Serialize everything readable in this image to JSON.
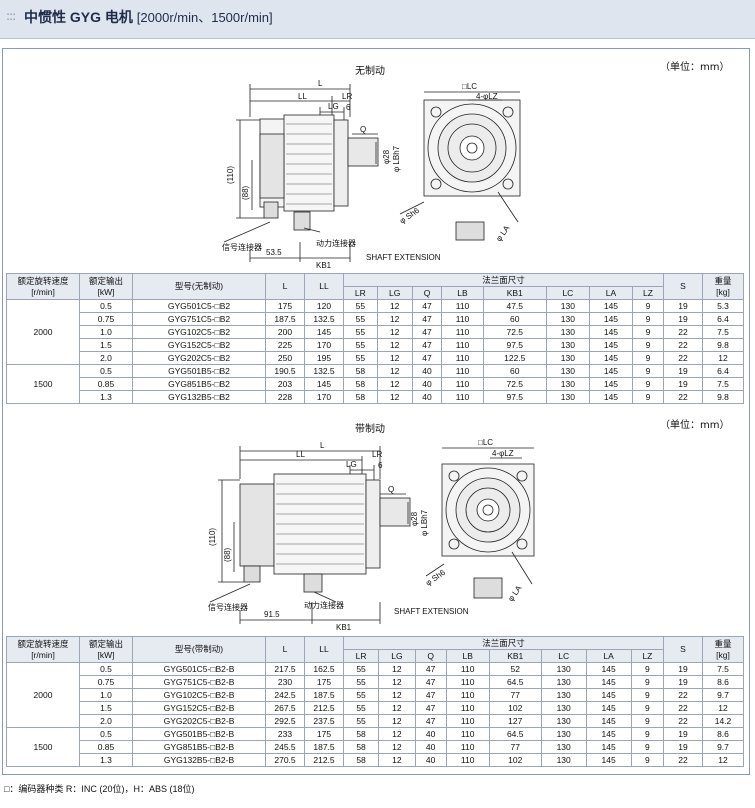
{
  "header": {
    "dots": ":::",
    "title": "中惯性 GYG 电机",
    "subtitle": "[2000r/min、1500r/min]"
  },
  "section1": {
    "title": "无制动",
    "unit": "（单位：mm）",
    "labels": {
      "L": "L",
      "LL": "LL",
      "LR": "LR",
      "LG": "LG",
      "six": "6",
      "Q": "Q",
      "d28": "φ28",
      "lbh7": "φ LBh7",
      "d110": "(110)",
      "d88": "(88)",
      "sig": "信号连接器",
      "pwr": "动力连接器",
      "len": "53.5",
      "kb1": "KB1",
      "shaft": "SHAFT EXTENSION",
      "sh6": "φ Sh6",
      "lc": "□LC",
      "lz": "4-φLZ",
      "la": "φ LA"
    },
    "table": {
      "h": {
        "speed": "额定旋转速度",
        "speed_u": "[r/min]",
        "power": "额定输出",
        "power_u": "[kW]",
        "model": "型号(无制动)",
        "L": "L",
        "LL": "LL",
        "flange": "法兰面尺寸",
        "S": "S",
        "weight": "重量",
        "weight_u": "[kg]",
        "LR": "LR",
        "LG": "LG",
        "Q": "Q",
        "LB": "LB",
        "KB1": "KB1",
        "LC": "LC",
        "LA": "LA",
        "LZ": "LZ"
      },
      "groups": [
        {
          "speed": "2000",
          "rows": [
            [
              "0.5",
              "GYG501C5-□B2",
              "175",
              "120",
              "55",
              "12",
              "47",
              "110",
              "47.5",
              "130",
              "145",
              "9",
              "19",
              "5.3"
            ],
            [
              "0.75",
              "GYG751C5-□B2",
              "187.5",
              "132.5",
              "55",
              "12",
              "47",
              "110",
              "60",
              "130",
              "145",
              "9",
              "19",
              "6.4"
            ],
            [
              "1.0",
              "GYG102C5-□B2",
              "200",
              "145",
              "55",
              "12",
              "47",
              "110",
              "72.5",
              "130",
              "145",
              "9",
              "22",
              "7.5"
            ],
            [
              "1.5",
              "GYG152C5-□B2",
              "225",
              "170",
              "55",
              "12",
              "47",
              "110",
              "97.5",
              "130",
              "145",
              "9",
              "22",
              "9.8"
            ],
            [
              "2.0",
              "GYG202C5-□B2",
              "250",
              "195",
              "55",
              "12",
              "47",
              "110",
              "122.5",
              "130",
              "145",
              "9",
              "22",
              "12"
            ]
          ]
        },
        {
          "speed": "1500",
          "rows": [
            [
              "0.5",
              "GYG501B5-□B2",
              "190.5",
              "132.5",
              "58",
              "12",
              "40",
              "110",
              "60",
              "130",
              "145",
              "9",
              "19",
              "6.4"
            ],
            [
              "0.85",
              "GYG851B5-□B2",
              "203",
              "145",
              "58",
              "12",
              "40",
              "110",
              "72.5",
              "130",
              "145",
              "9",
              "19",
              "7.5"
            ],
            [
              "1.3",
              "GYG132B5-□B2",
              "228",
              "170",
              "58",
              "12",
              "40",
              "110",
              "97.5",
              "130",
              "145",
              "9",
              "22",
              "9.8"
            ]
          ]
        }
      ]
    }
  },
  "section2": {
    "title": "带制动",
    "unit": "（单位：mm）",
    "labels": {
      "L": "L",
      "LL": "LL",
      "LR": "LR",
      "LG": "LG",
      "six": "6",
      "Q": "Q",
      "d28": "φ28",
      "lbh7": "φ LBh7",
      "d110": "(110)",
      "d88": "(88)",
      "sig": "信号连接器",
      "pwr": "动力连接器",
      "len": "91.5",
      "kb1": "KB1",
      "shaft": "SHAFT EXTENSION",
      "sh6": "φ Sh6",
      "lc": "□LC",
      "lz": "4-φLZ",
      "la": "φ LA"
    },
    "table": {
      "h": {
        "speed": "额定旋转速度",
        "speed_u": "[r/min]",
        "power": "额定输出",
        "power_u": "[kW]",
        "model": "型号(带制动)",
        "L": "L",
        "LL": "LL",
        "flange": "法兰面尺寸",
        "S": "S",
        "weight": "重量",
        "weight_u": "[kg]",
        "LR": "LR",
        "LG": "LG",
        "Q": "Q",
        "LB": "LB",
        "KB1": "KB1",
        "LC": "LC",
        "LA": "LA",
        "LZ": "LZ"
      },
      "groups": [
        {
          "speed": "2000",
          "rows": [
            [
              "0.5",
              "GYG501C5-□B2-B",
              "217.5",
              "162.5",
              "55",
              "12",
              "47",
              "110",
              "52",
              "130",
              "145",
              "9",
              "19",
              "7.5"
            ],
            [
              "0.75",
              "GYG751C5-□B2-B",
              "230",
              "175",
              "55",
              "12",
              "47",
              "110",
              "64.5",
              "130",
              "145",
              "9",
              "19",
              "8.6"
            ],
            [
              "1.0",
              "GYG102C5-□B2-B",
              "242.5",
              "187.5",
              "55",
              "12",
              "47",
              "110",
              "77",
              "130",
              "145",
              "9",
              "22",
              "9.7"
            ],
            [
              "1.5",
              "GYG152C5-□B2-B",
              "267.5",
              "212.5",
              "55",
              "12",
              "47",
              "110",
              "102",
              "130",
              "145",
              "9",
              "22",
              "12"
            ],
            [
              "2.0",
              "GYG202C5-□B2-B",
              "292.5",
              "237.5",
              "55",
              "12",
              "47",
              "110",
              "127",
              "130",
              "145",
              "9",
              "22",
              "14.2"
            ]
          ]
        },
        {
          "speed": "1500",
          "rows": [
            [
              "0.5",
              "GYG501B5-□B2-B",
              "233",
              "175",
              "58",
              "12",
              "40",
              "110",
              "64.5",
              "130",
              "145",
              "9",
              "19",
              "8.6"
            ],
            [
              "0.85",
              "GYG851B5-□B2-B",
              "245.5",
              "187.5",
              "58",
              "12",
              "40",
              "110",
              "77",
              "130",
              "145",
              "9",
              "19",
              "9.7"
            ],
            [
              "1.3",
              "GYG132B5-□B2-B",
              "270.5",
              "212.5",
              "58",
              "12",
              "40",
              "110",
              "102",
              "130",
              "145",
              "9",
              "22",
              "12"
            ]
          ]
        }
      ]
    }
  },
  "footnote": "□：编码器种类  R：INC (20位)，H：ABS (18位)"
}
